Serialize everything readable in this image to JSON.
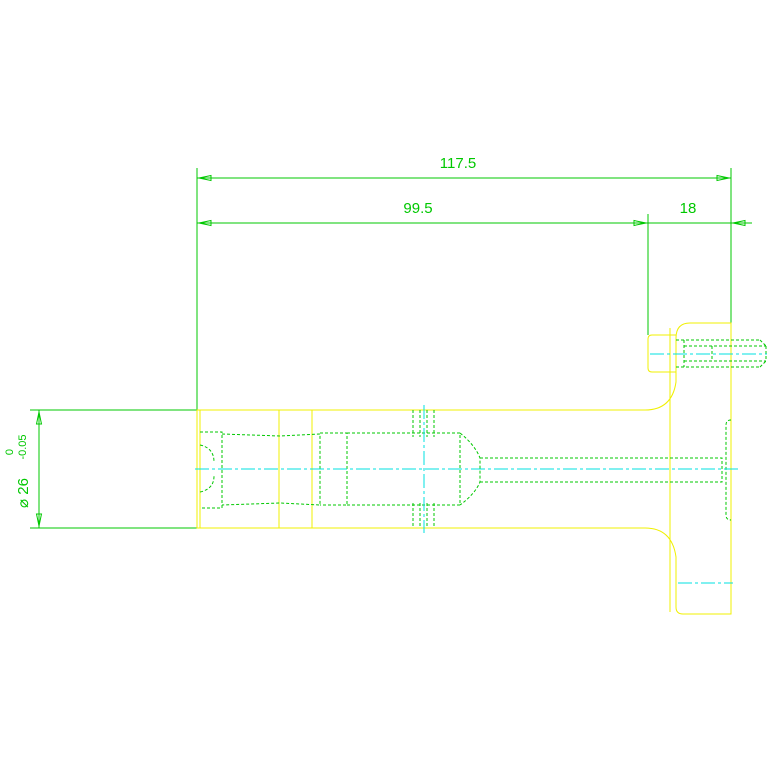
{
  "dimensions": {
    "overall_length": "117.5",
    "shaft_length": "99.5",
    "flange_length": "18",
    "diameter": "⌀ 26",
    "tolerance_upper": "0",
    "tolerance_lower": "-0.05"
  },
  "colors": {
    "background": "#ffffff",
    "part_outline": "#f0f000",
    "dimension": "#00c800",
    "hidden": "#00c800",
    "centerline": "#00e0e0"
  }
}
